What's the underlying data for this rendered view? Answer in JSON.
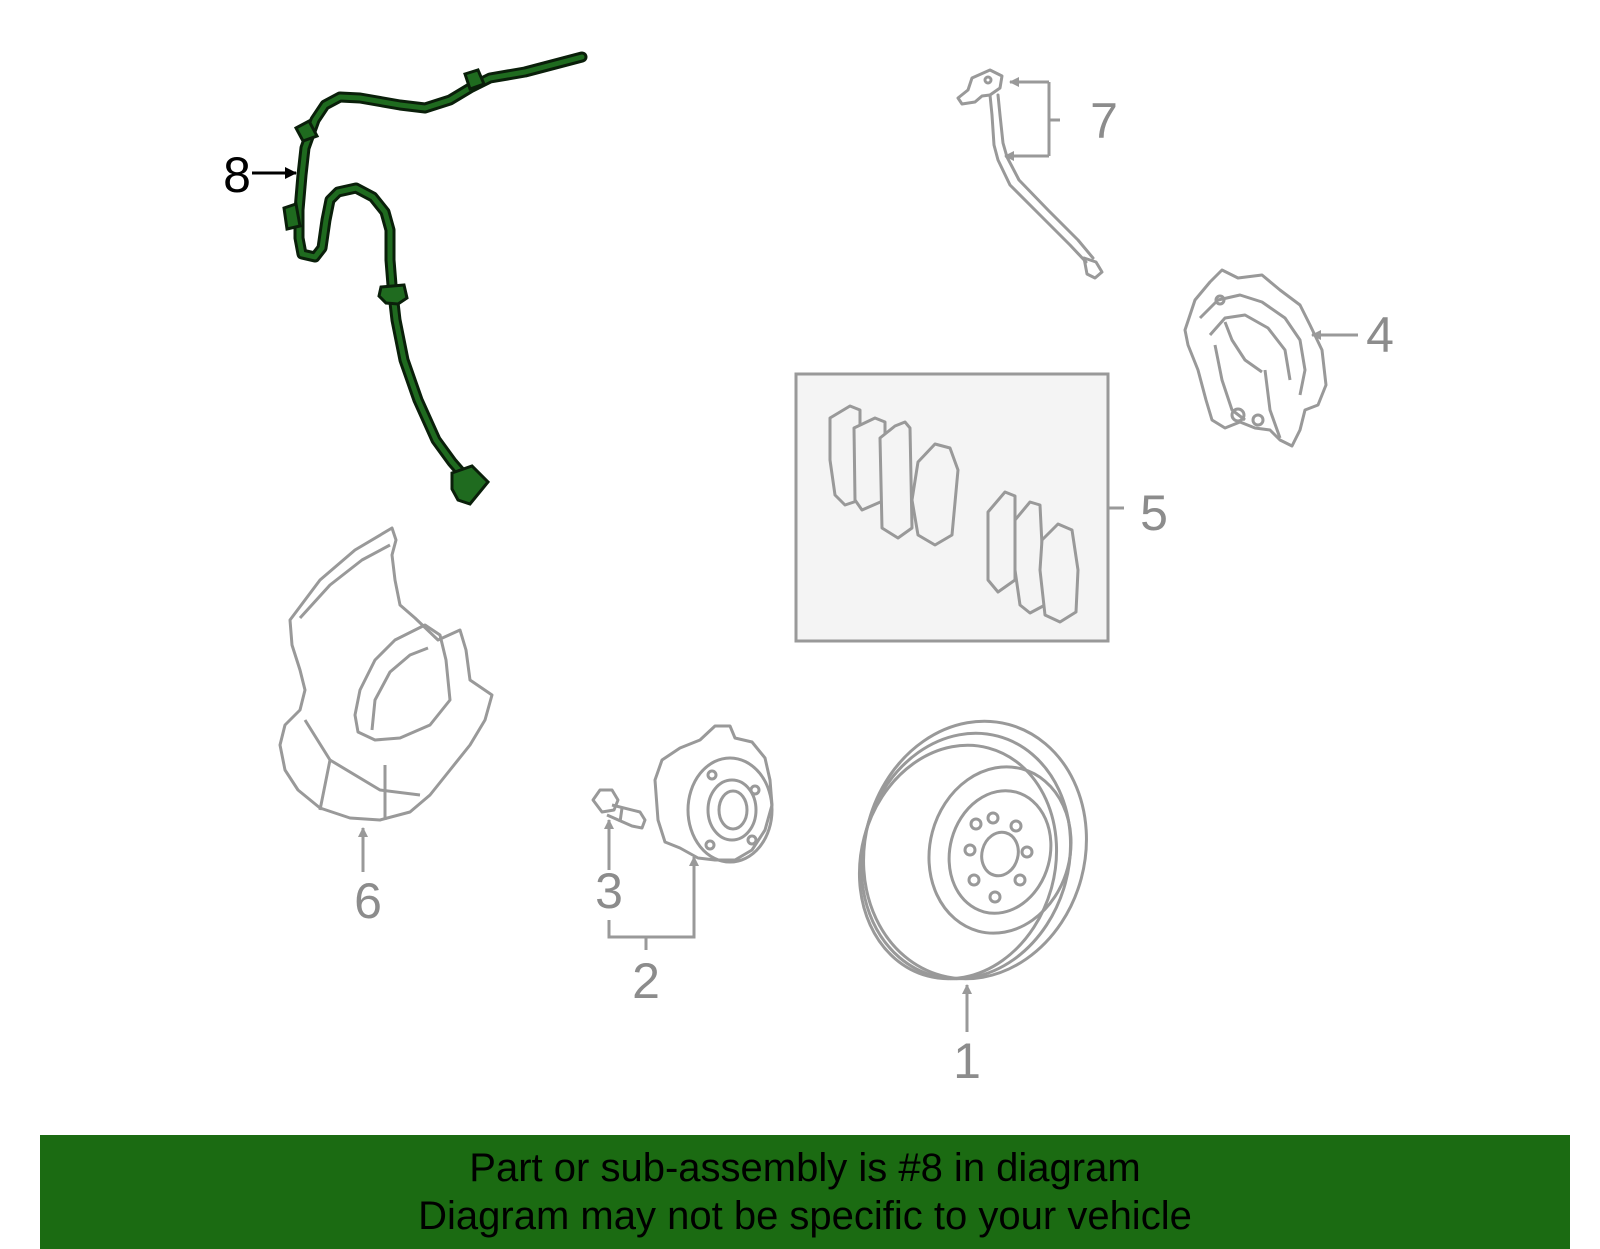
{
  "colors": {
    "part_line": "#999999",
    "highlight_stroke": "#0a1f0a",
    "highlight_fill": "#1f6b1f",
    "banner_bg": "#1b6b12",
    "callout_gray": "#8c8c8c",
    "callout_highlight": "#000000"
  },
  "callouts": {
    "c1": "1",
    "c2": "2",
    "c3": "3",
    "c4": "4",
    "c5": "5",
    "c6": "6",
    "c7": "7",
    "c8": "8"
  },
  "banner": {
    "line1": "Part or sub-assembly is #8 in diagram",
    "line2": "Diagram may not be specific to your vehicle"
  }
}
